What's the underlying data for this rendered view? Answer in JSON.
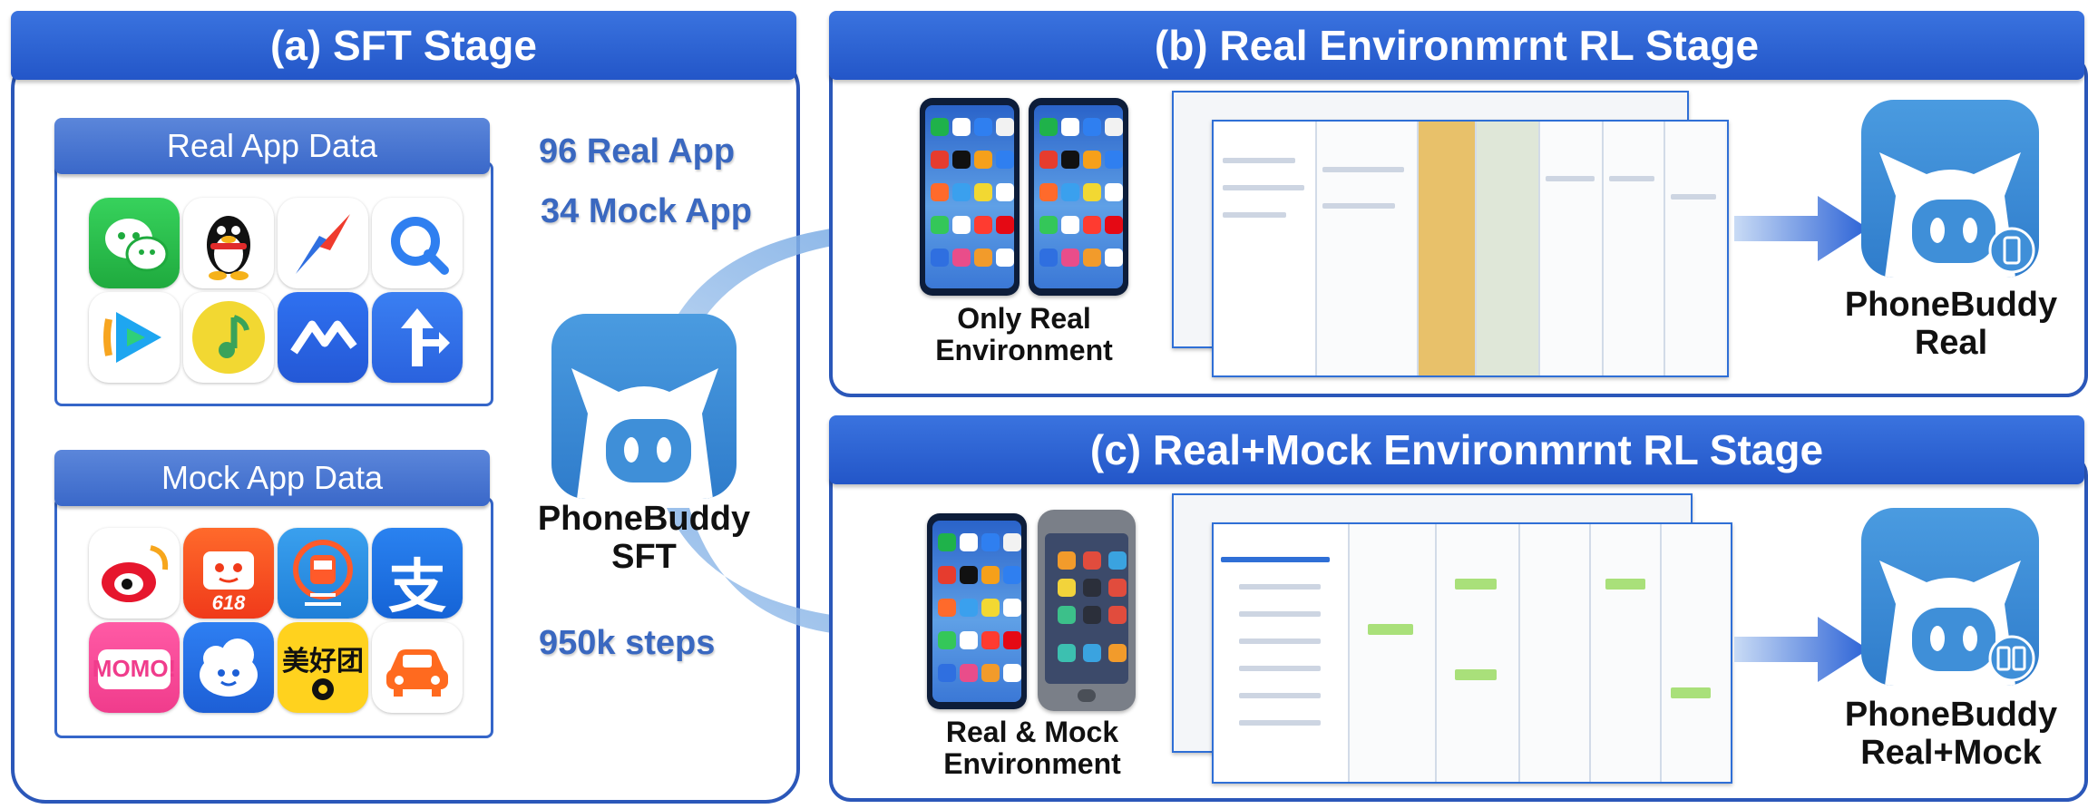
{
  "panel_a": {
    "title": "(a) SFT Stage",
    "real_app_title": "Real App Data",
    "mock_app_title": "Mock App Data",
    "stat_real": "96 Real App",
    "stat_mock": "34 Mock App",
    "stat_steps": "950k steps",
    "model_line1": "PhoneBuddy",
    "model_line2": "SFT",
    "real_apps": [
      "wechat-icon",
      "qq-penguin-icon",
      "compass-icon",
      "search-q-icon",
      "video-play-icon",
      "music-note-icon",
      "lark-icon",
      "navigation-icon"
    ],
    "mock_apps": [
      "weibo-icon",
      "taobao-618-icon",
      "train-icon",
      "alipay-icon",
      "momo-icon",
      "cloud-mascot-icon",
      "meihaotuan-icon",
      "car-icon"
    ],
    "mock_app_text": {
      "badge_618": "618",
      "momo": "MOMO!",
      "meihaotuan": "美好团",
      "alipay": "支"
    }
  },
  "panel_b": {
    "title": "(b) Real Environmrnt RL Stage",
    "env_line1": "Only Real",
    "env_line2": "Environment",
    "model_line1": "PhoneBuddy",
    "model_line2": "Real"
  },
  "panel_c": {
    "title": "(c) Real+Mock Environmrnt RL Stage",
    "env_line1": "Real & Mock",
    "env_line2": "Environment",
    "model_line1": "PhoneBuddy",
    "model_line2": "Real+Mock"
  },
  "colors": {
    "banner": "#2356c8",
    "panel_border": "#2b57b9",
    "stat": "#3a68c0",
    "mascot": "#3f8fd8"
  }
}
